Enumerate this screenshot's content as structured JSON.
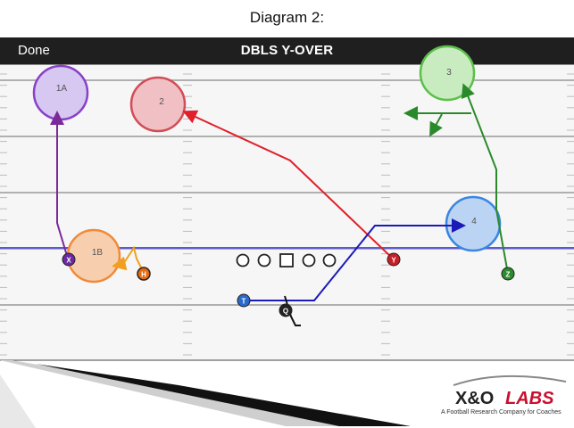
{
  "caption": "Diagram 2:",
  "toolbar": {
    "done_label": "Done",
    "title": "DBLS Y-OVER"
  },
  "zones": [
    {
      "id": "zone-1a",
      "label": "1A",
      "fill": "#d6c8f0",
      "stroke": "#8a3fc8"
    },
    {
      "id": "zone-2",
      "label": "2",
      "fill": "#f0c0c4",
      "stroke": "#d24c55"
    },
    {
      "id": "zone-3",
      "label": "3",
      "fill": "#c8ecc0",
      "stroke": "#5cbf4a"
    },
    {
      "id": "zone-4",
      "label": "4",
      "fill": "#bcd4f4",
      "stroke": "#3a86e0"
    },
    {
      "id": "zone-1b",
      "label": "1B",
      "fill": "#f8cfae",
      "stroke": "#f08a3a"
    }
  ],
  "players": [
    {
      "id": "x",
      "label": "X",
      "fill": "#6a2a9e"
    },
    {
      "id": "h",
      "label": "H",
      "fill": "#e86a10"
    },
    {
      "id": "y",
      "label": "Y",
      "fill": "#c81e28"
    },
    {
      "id": "z",
      "label": "Z",
      "fill": "#2e8a2e"
    },
    {
      "id": "t",
      "label": "T",
      "fill": "#2a6ac8"
    },
    {
      "id": "q",
      "label": "Q",
      "fill": "#222222"
    }
  ],
  "routes": {
    "x": "#7a2a9a",
    "h": "#f0a020",
    "y": "#e0202a",
    "z": "#2a8a2a",
    "t": "#1a1ab8",
    "q": "#111111"
  },
  "field": {
    "line_of_scrimmage_color": "#5a5ad8",
    "yard_line_color": "#b0b0b0"
  },
  "logo": {
    "brand_left": "X&O",
    "brand_right": "LABS",
    "tagline": "A Football Research Company for Coaches",
    "brand_color": "#222222",
    "accent_color": "#c8102e"
  }
}
